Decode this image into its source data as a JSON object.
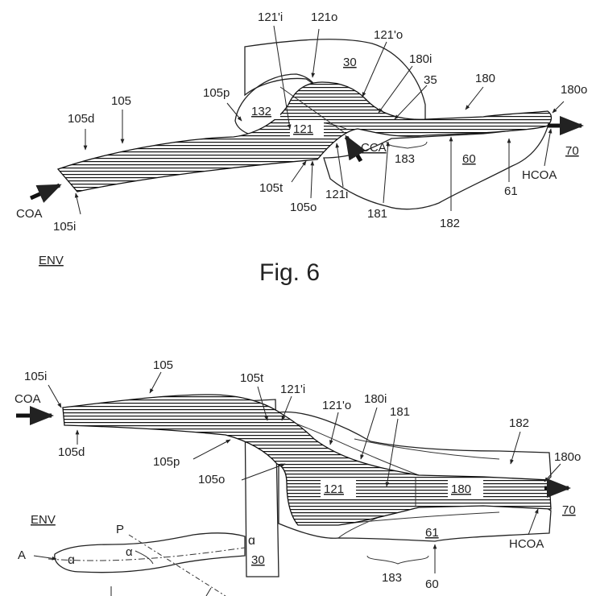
{
  "fig6": {
    "caption": "Fig. 6",
    "labels": {
      "l121pi": "121'i",
      "l121o": "121o",
      "l121po": "121'o",
      "l30": "30",
      "l180i": "180i",
      "l180": "180",
      "l180o": "180o",
      "l35": "35",
      "l105p": "105p",
      "l132": "132",
      "l121": "121",
      "l105d": "105d",
      "l105": "105",
      "lCCA": "CCA",
      "l183": "183",
      "l60": "60",
      "l70": "70",
      "lHCOA": "HCOA",
      "l61": "61",
      "l105t": "105t",
      "l105o": "105o",
      "l121i": "121i",
      "l181": "181",
      "l182": "182",
      "lCOA": "COA",
      "l105i": "105i",
      "lENV": "ENV"
    }
  },
  "fig7": {
    "labels": {
      "l105": "105",
      "l105i": "105i",
      "lCOA": "COA",
      "l105d": "105d",
      "l105p": "105p",
      "l105t": "105t",
      "l121pi": "121'i",
      "l121po": "121'o",
      "l180i": "180i",
      "l181": "181",
      "l182": "182",
      "l105o": "105o",
      "l121": "121",
      "l180": "180",
      "l180o": "180o",
      "l70": "70",
      "lHCOA": "HCOA",
      "l61": "61",
      "l183": "183",
      "l60": "60",
      "l30": "30",
      "lENV": "ENV",
      "lP": "P",
      "lA": "A",
      "lalpha": "α"
    }
  }
}
